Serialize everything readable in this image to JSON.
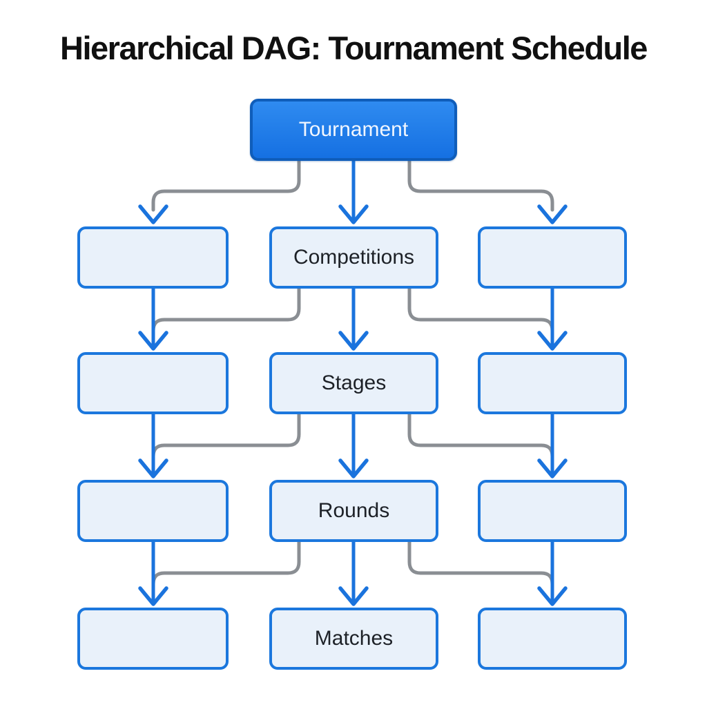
{
  "title": "Hierarchical DAG: Tournament Schedule",
  "diagram": {
    "root": {
      "label": "Tournament"
    },
    "rows": [
      {
        "left": {
          "label": ""
        },
        "center": {
          "label": "Competitions"
        },
        "right": {
          "label": ""
        }
      },
      {
        "left": {
          "label": ""
        },
        "center": {
          "label": "Stages"
        },
        "right": {
          "label": ""
        }
      },
      {
        "left": {
          "label": ""
        },
        "center": {
          "label": "Rounds"
        },
        "right": {
          "label": ""
        }
      },
      {
        "left": {
          "label": ""
        },
        "center": {
          "label": "Matches"
        },
        "right": {
          "label": ""
        }
      }
    ],
    "colors": {
      "edge_blue": "#1a73dd",
      "edge_gray": "#8a8e93",
      "node_border": "#1b77dd",
      "node_fill": "#e9f1fa",
      "root_fill": "#1b79e8",
      "root_border": "#0f5dba",
      "root_text": "#f0f6ff",
      "label_text": "#1d2127",
      "title_text": "#101010"
    }
  }
}
